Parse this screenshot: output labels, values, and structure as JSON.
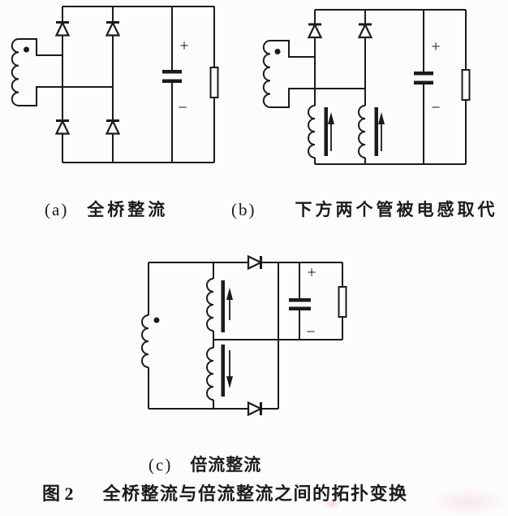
{
  "figure": {
    "background": "#fcfcfc",
    "line_color": "#1b1b1b",
    "signs": {
      "plus": "+",
      "minus": "−"
    },
    "panels": [
      {
        "id": "a",
        "label_prefix": "(a)",
        "label_text": "全桥整流"
      },
      {
        "id": "b",
        "label_prefix": "(b)",
        "label_text": "下方两个管被电感取代"
      },
      {
        "id": "c",
        "label_prefix": "(c)",
        "label_text": "倍流整流"
      }
    ],
    "caption": {
      "prefix": "图 2",
      "text": "全桥整流与倍流整流之间的拓扑变换"
    }
  }
}
